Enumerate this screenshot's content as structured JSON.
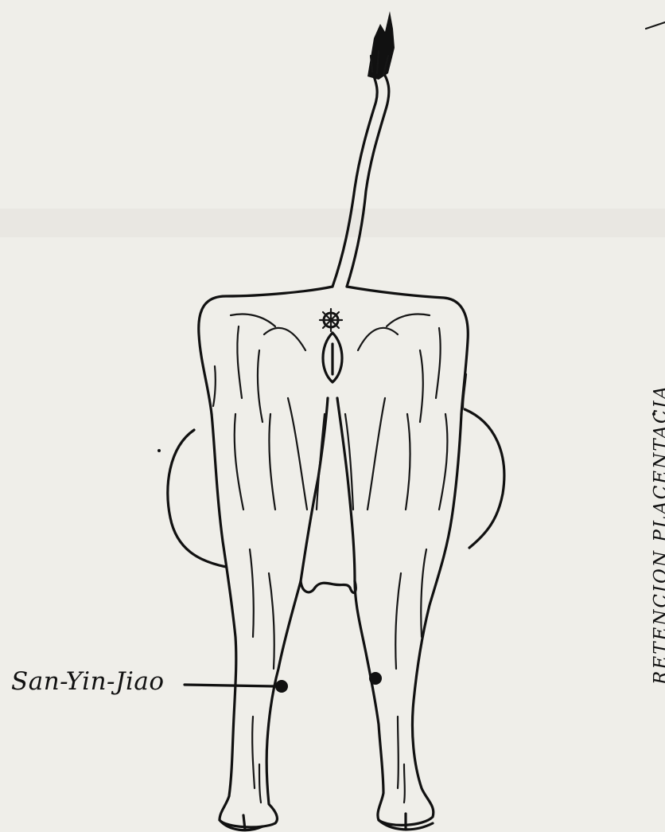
{
  "labels": {
    "acupoint": "San-Yin-Jiao",
    "side_title": "RETENCION PLACENTACIA"
  },
  "colors": {
    "ink": "#111111",
    "paper": "#efeee9"
  },
  "icons": [
    "cow-rear-view-drawing",
    "acupoint-marker"
  ]
}
